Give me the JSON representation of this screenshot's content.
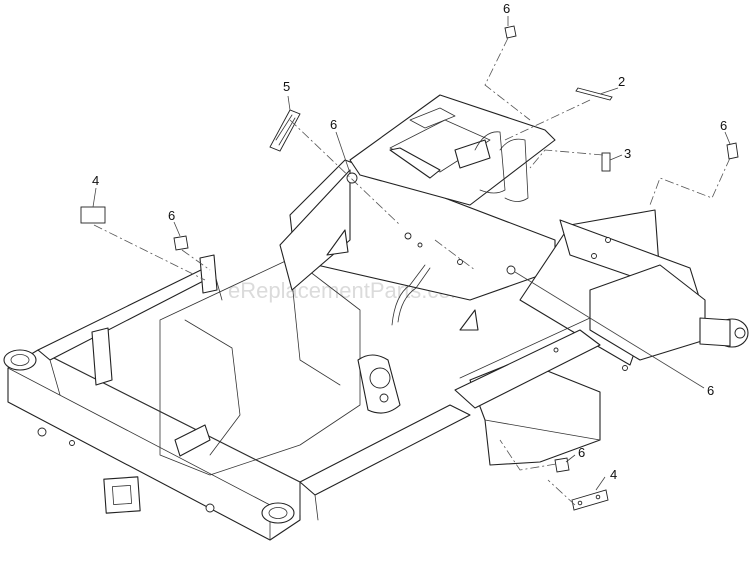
{
  "watermark": "eReplacementParts.com",
  "callouts": {
    "c6_top": "6",
    "c2": "2",
    "c3": "3",
    "c6_right": "6",
    "c5": "5",
    "c6_upper_mid": "6",
    "c4_left": "4",
    "c6_left": "6",
    "c6_mid_right": "6",
    "c6_lower": "6",
    "c4_lower": "4"
  },
  "icons": {
    "parts": [
      "decal-strip",
      "bumper-plug",
      "label-card",
      "name-plate",
      "mounting-clip",
      "thin-decal"
    ]
  }
}
